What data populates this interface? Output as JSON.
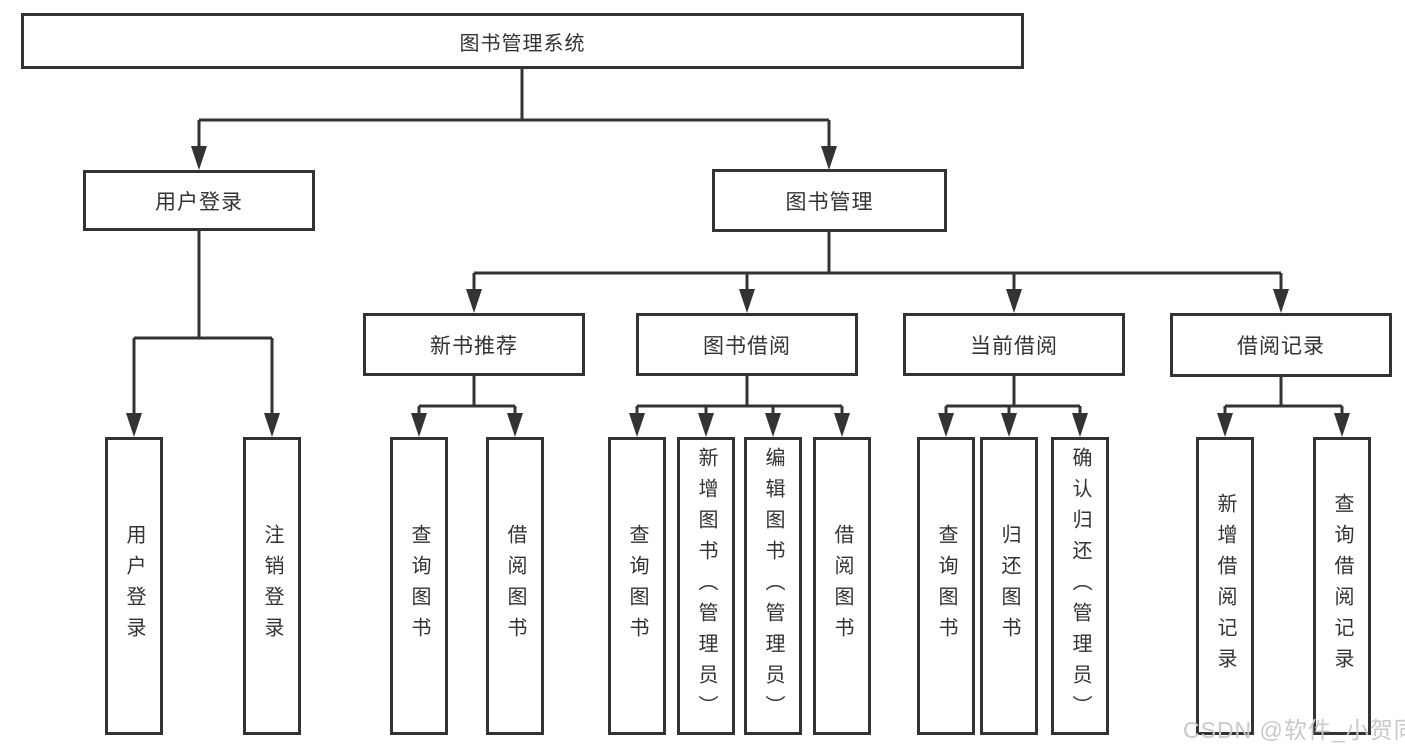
{
  "nodes": {
    "root": {
      "label": "图书管理系统"
    },
    "login": {
      "label": "用户登录",
      "children": [
        {
          "label": "用户登录"
        },
        {
          "label": "注销登录"
        }
      ]
    },
    "mgmt": {
      "label": "图书管理",
      "children": [
        {
          "label": "新书推荐",
          "children": [
            {
              "label": "查询图书"
            },
            {
              "label": "借阅图书"
            }
          ]
        },
        {
          "label": "图书借阅",
          "children": [
            {
              "label": "查询图书"
            },
            {
              "label": "新增图书（管理员）"
            },
            {
              "label": "编辑图书（管理员）"
            },
            {
              "label": "借阅图书"
            }
          ]
        },
        {
          "label": "当前借阅",
          "children": [
            {
              "label": "查询图书"
            },
            {
              "label": "归还图书"
            },
            {
              "label": "确认归还（管理员）"
            }
          ]
        },
        {
          "label": "借阅记录",
          "children": [
            {
              "label": "新增借阅记录"
            },
            {
              "label": "查询借阅记录"
            }
          ]
        }
      ]
    }
  },
  "watermark": {
    "text": "CSDN @软件_小贺同学"
  },
  "colors": {
    "line": "#333333",
    "text": "#333333",
    "background": "#ffffff",
    "watermark": "#c9c9c9"
  }
}
